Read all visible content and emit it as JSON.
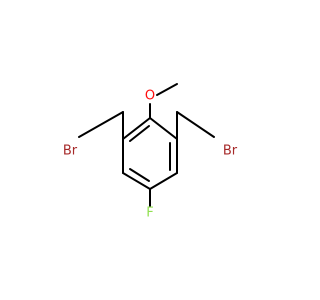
{
  "molecule": {
    "atoms": {
      "oxygen": "O",
      "bromine_left": "Br",
      "bromine_right": "Br",
      "fluorine": "F"
    },
    "colors": {
      "bond": "#000000",
      "oxygen": "#ff0d0d",
      "bromine": "#a62929",
      "fluorine": "#90e050"
    }
  }
}
